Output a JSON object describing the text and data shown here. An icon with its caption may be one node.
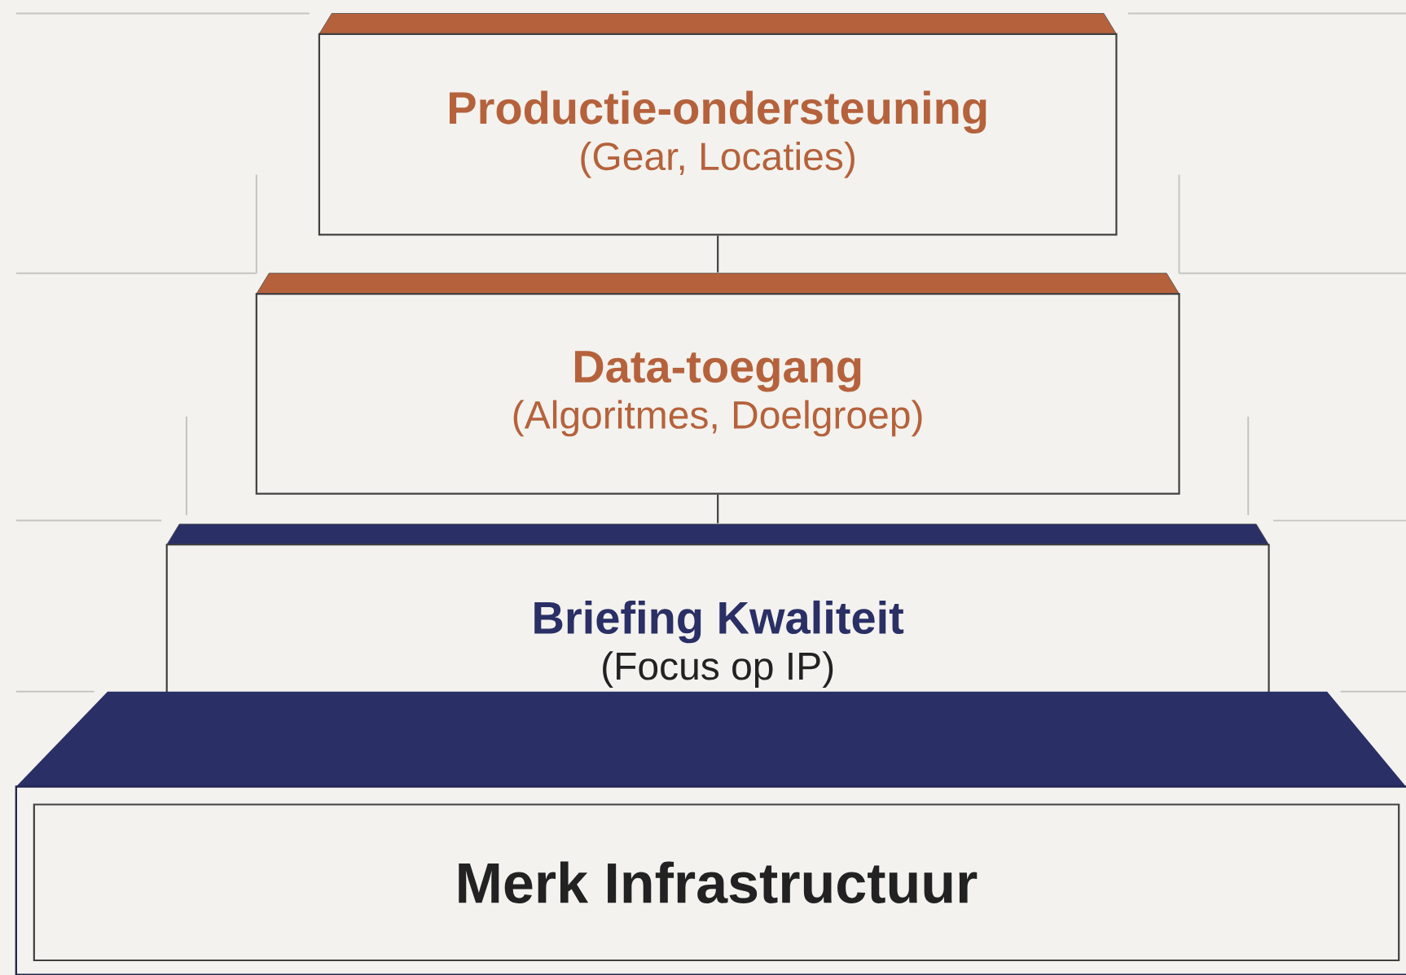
{
  "diagram": {
    "nodes": [
      {
        "text": [
          "Productie-ondersteuning",
          "(Gear, Locaties)"
        ]
      },
      {
        "text": [
          "Data-toegang",
          "(Algoritmes, Doelgroep)"
        ]
      },
      {
        "text": [
          "Briefing Kwaliteit",
          "(Focus op IP)"
        ]
      },
      {
        "text": [
          "Merk Infrastructuur"
        ]
      }
    ],
    "edges": [
      {
        "from": 0,
        "to": 1,
        "arrow": "none"
      },
      {
        "from": 1,
        "to": 2,
        "arrow": "none"
      }
    ]
  }
}
